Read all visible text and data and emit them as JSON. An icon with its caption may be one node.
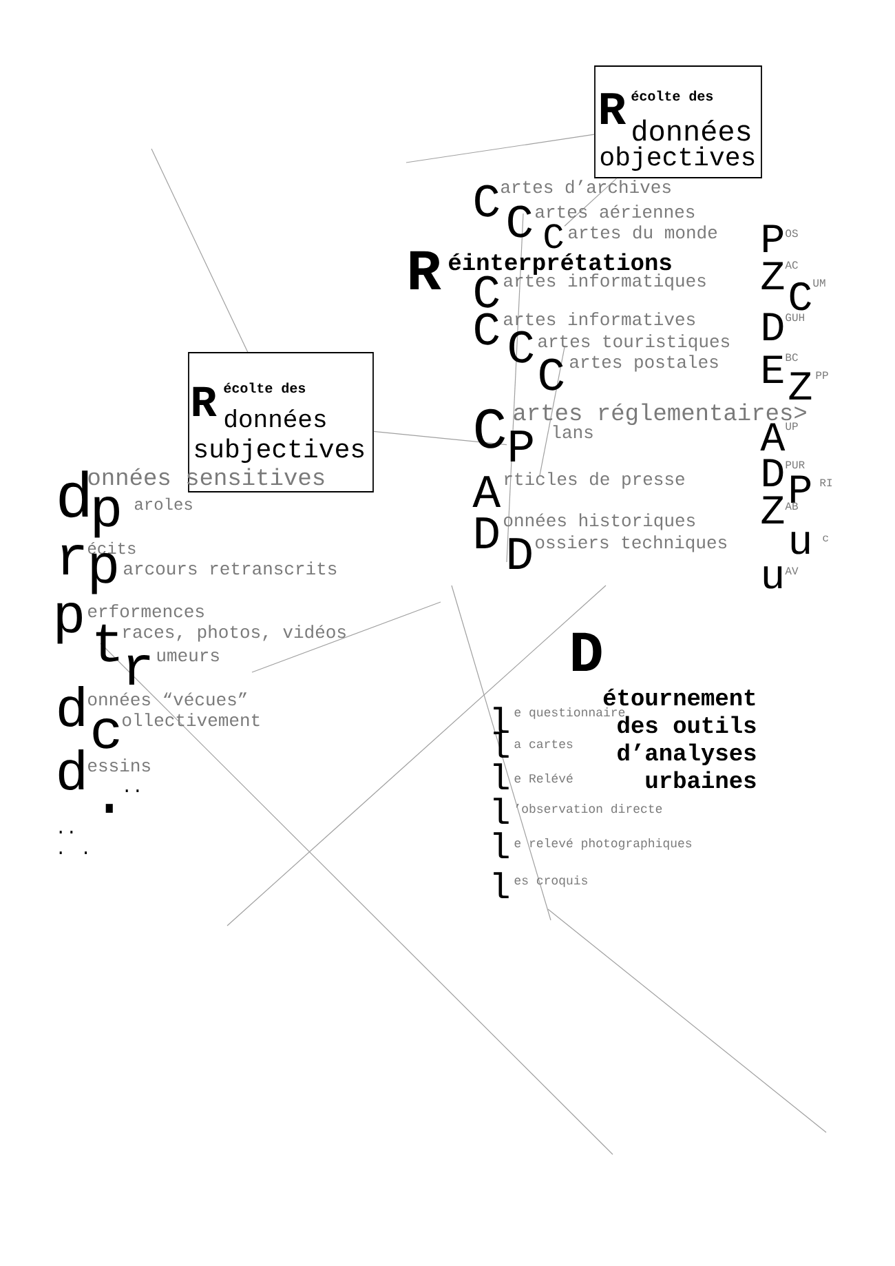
{
  "diagram": {
    "nodes": [
      {
        "text": [
          "R",
          "écolte des",
          "données",
          "objectives"
        ]
      },
      {
        "text": [
          "R",
          "écolte des",
          "données",
          "subjectives"
        ]
      },
      {
        "text": [
          "C"
        ]
      },
      {
        "text": [
          "P"
        ]
      }
    ],
    "edges": [
      {
        "from": null,
        "to": 0,
        "arrow": "none"
      },
      {
        "from": 0,
        "to": 2,
        "arrow": "none"
      },
      {
        "from": 1,
        "to": 3,
        "arrow": "none"
      },
      {
        "from": null,
        "to": 1,
        "arrow": "none"
      }
    ],
    "labels": [
      "C",
      "artes d’archives",
      "C",
      "artes aériennes",
      "artes du monde",
      "R",
      "éinterprétations",
      "C",
      "artes informatiques",
      "C",
      "artes informatives",
      "C",
      "artes touristiques",
      "C",
      "artes postales",
      "artes réglementaires>",
      "C",
      "lans",
      "A",
      "rticles de presse",
      "D",
      "onnées historiques",
      "D",
      "ossiers techniques",
      "P",
      "OS",
      "Z",
      "AC",
      "C",
      "UM",
      "D",
      "GUH",
      "E",
      "BC",
      "Z",
      "PP",
      "A",
      "UP",
      "D",
      "PUR",
      "P",
      "RI",
      "Z",
      "AB",
      "u",
      "c",
      "u",
      "AV",
      "d",
      "onnées sensitives",
      "p",
      "aroles",
      "r",
      "écits",
      "p",
      "arcours retranscrits",
      "p",
      "erformences",
      "t",
      "races, photos, vidéos",
      "r",
      "umeurs",
      "d",
      "onnées “vécues”",
      "c",
      "ollectivement",
      "d",
      "essins",
      "..",
      ".",
      "..",
      ". .",
      "D",
      "étournement",
      "des outils",
      "d’analyses",
      "urbaines",
      "l",
      "e questionnaire",
      "l",
      "a cartes",
      "l",
      "e Relévé",
      "l",
      "’observation directe",
      "l",
      "e relevé photographiques",
      "l",
      "es croquis"
    ]
  }
}
